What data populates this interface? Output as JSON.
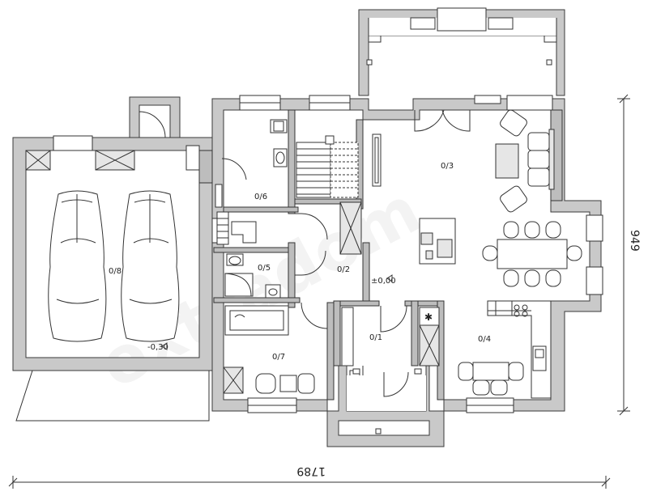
{
  "rooms": {
    "r_0_1": "0/1",
    "r_0_2": "0/2",
    "r_0_3": "0/3",
    "r_0_4": "0/4",
    "r_0_5": "0/5",
    "r_0_6": "0/6",
    "r_0_7": "0/7",
    "r_0_8": "0/8"
  },
  "levels": {
    "main": "±0,00",
    "garage": "-0,30"
  },
  "dimensions": {
    "width": "1789",
    "depth": "949"
  },
  "watermark": "extradom"
}
